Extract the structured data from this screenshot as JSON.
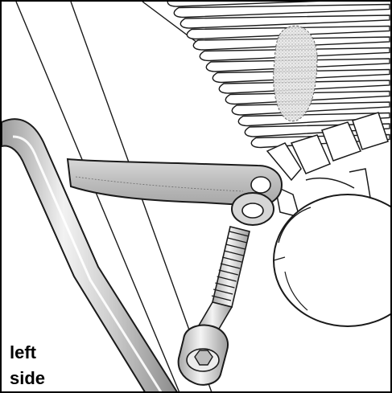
{
  "label": {
    "line1": "left",
    "line2": "side"
  },
  "colors": {
    "outline": "#1a1a1a",
    "metal_light": "#e6e6e6",
    "metal_mid": "#bdbdbd",
    "metal_dark": "#8f8f8f",
    "background": "#ffffff"
  },
  "parts": {
    "engine_fins": "cylinder-fins",
    "bracket": "mounting-bracket",
    "washer": "washer",
    "bolt": "socket-head-cap-screw",
    "frame_tube": "frame-tube",
    "housing": "round-housing"
  }
}
